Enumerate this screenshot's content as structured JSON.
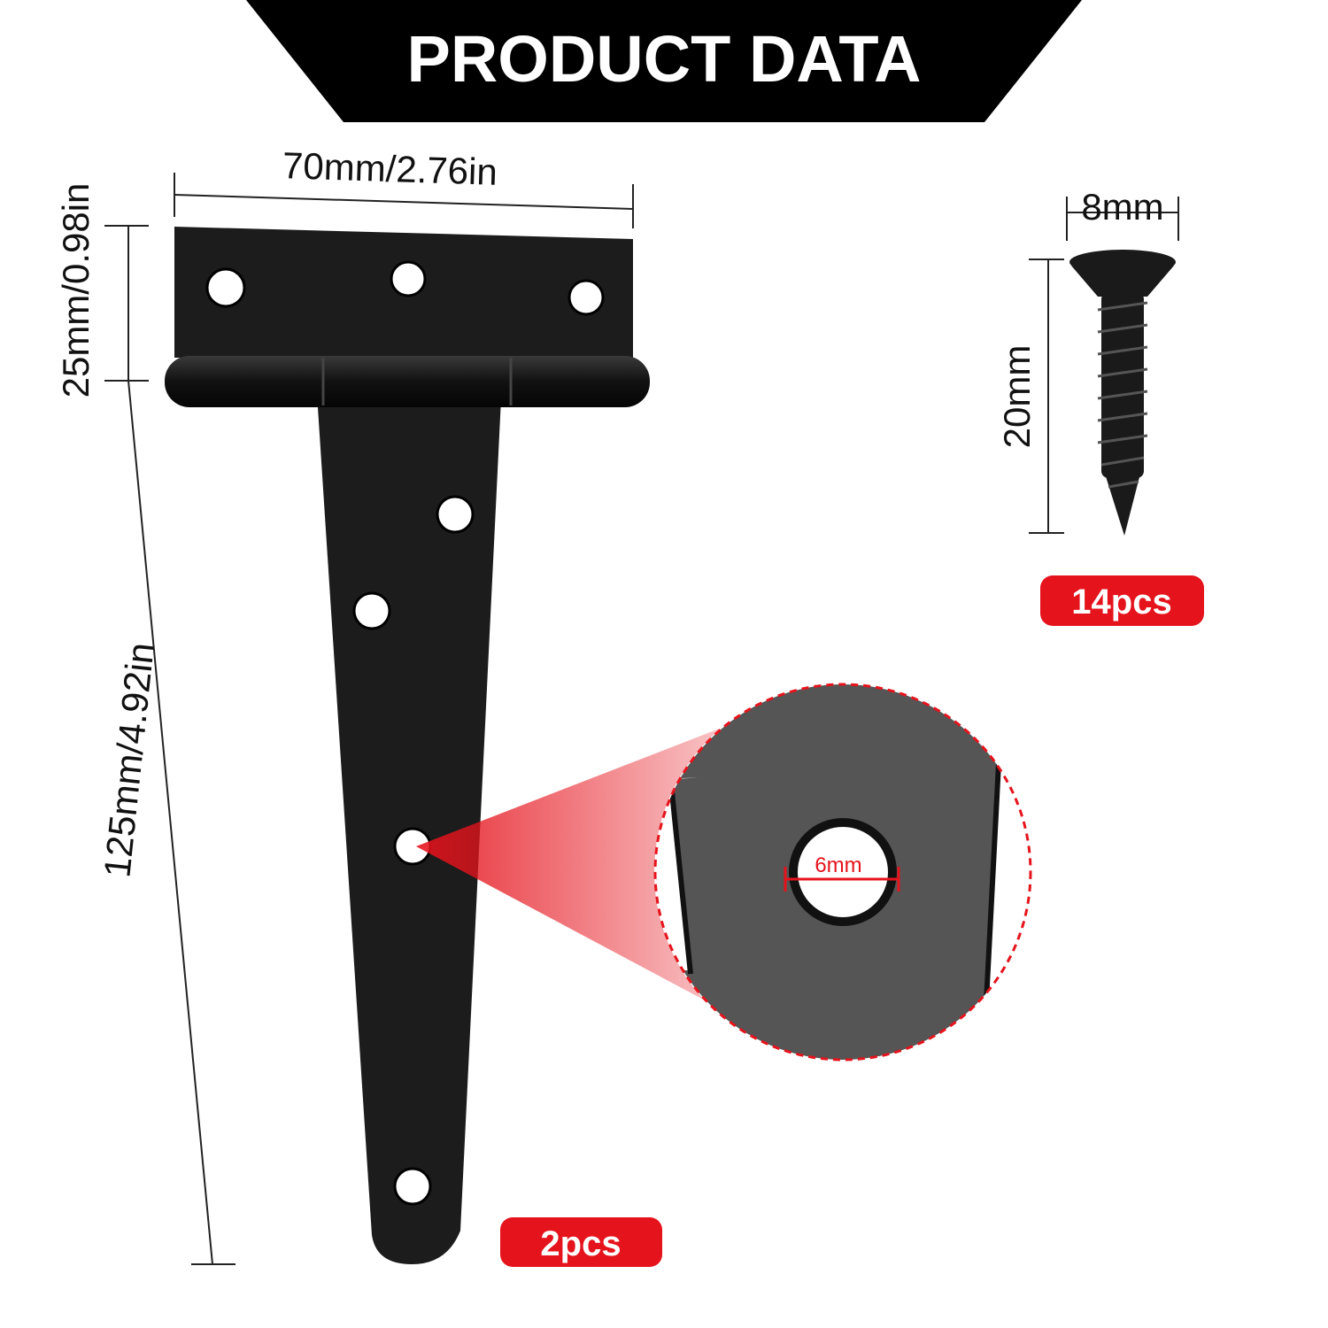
{
  "header": {
    "title": "PRODUCT DATA"
  },
  "hinge": {
    "width_label": "70mm/2.76in",
    "leaf_height_label": "25mm/0.98in",
    "strap_length_label": "125mm/4.92in",
    "hole_label": "6mm",
    "quantity_label": "2pcs"
  },
  "screw": {
    "head_label": "8mm",
    "length_label": "20mm",
    "quantity_label": "14pcs"
  },
  "colors": {
    "banner": "#000000",
    "hinge": "#1c1c1c",
    "badge": "#e5131c",
    "zoom": "#555555",
    "dimension_line": "#222222"
  }
}
